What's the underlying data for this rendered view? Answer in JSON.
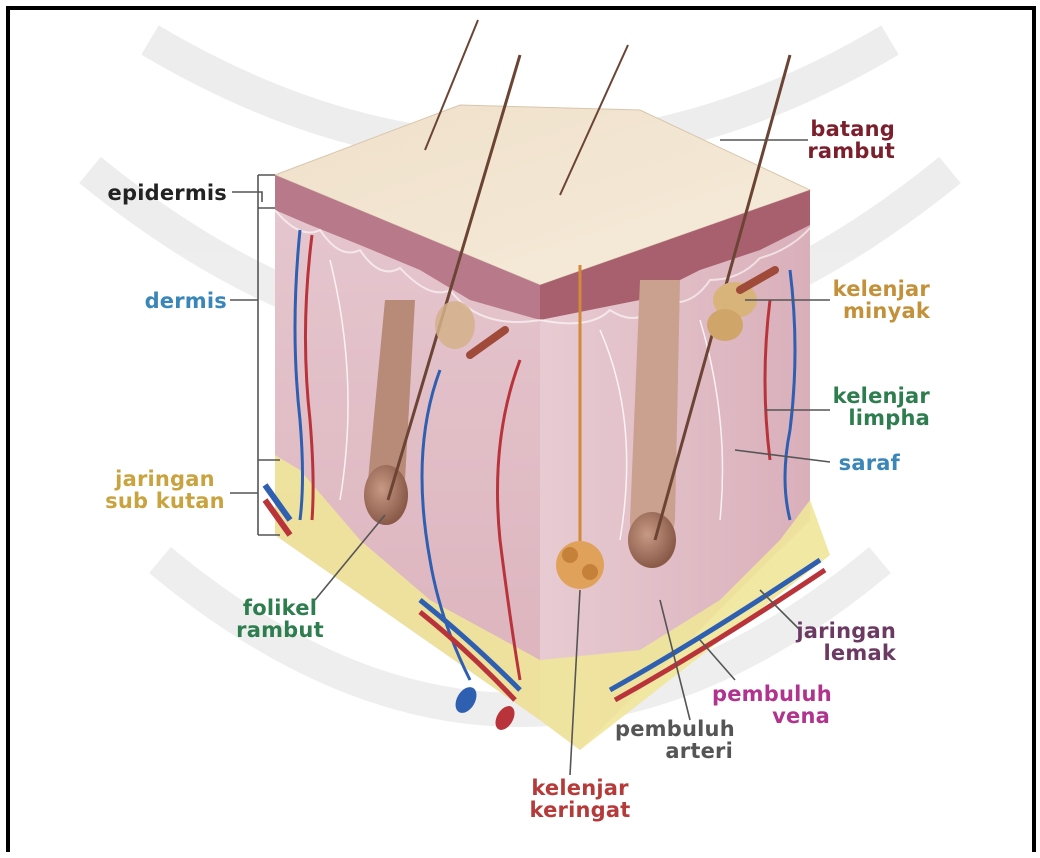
{
  "colors": {
    "epidermis": "#222222",
    "dermis": "#3a86b8",
    "subkutan": "#c9a340",
    "folikel": "#2e7d4f",
    "batang": "#7a1f2b",
    "minyak": "#c4913b",
    "limpha": "#2e7d4f",
    "saraf": "#3a86b8",
    "lemak": "#6b3a63",
    "vena": "#b0338e",
    "arteri": "#555555",
    "keringat": "#b53a3a"
  },
  "labels": {
    "epidermis": "epidermis",
    "dermis": "dermis",
    "subkutan_1": "jaringan",
    "subkutan_2": "sub kutan",
    "folikel_1": "folikel",
    "folikel_2": "rambut",
    "batang_1": "batang",
    "batang_2": "rambut",
    "minyak_1": "kelenjar",
    "minyak_2": "minyak",
    "limpha_1": "kelenjar",
    "limpha_2": "limpha",
    "saraf": "saraf",
    "lemak_1": "jaringan",
    "lemak_2": "lemak",
    "vena_1": "pembuluh",
    "vena_2": "vena",
    "arteri_1": "pembuluh",
    "arteri_2": "arteri",
    "keringat_1": "kelenjar",
    "keringat_2": "keringat"
  }
}
